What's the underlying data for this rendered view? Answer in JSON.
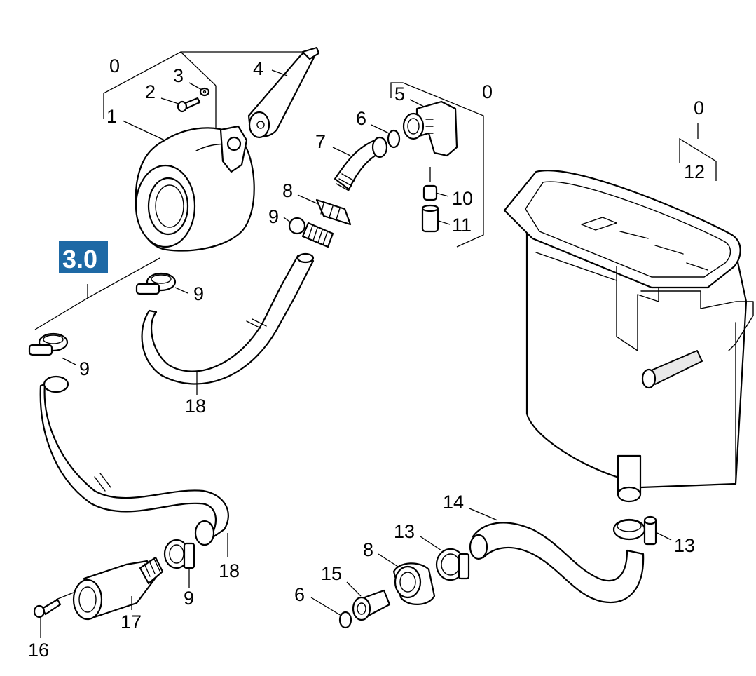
{
  "diagram": {
    "group_badge": "3.0",
    "accent_color": "#1e69a5",
    "callouts": [
      {
        "id": "c0a",
        "text": "0"
      },
      {
        "id": "c0b",
        "text": "0"
      },
      {
        "id": "c0c",
        "text": "0"
      },
      {
        "id": "c1",
        "text": "1"
      },
      {
        "id": "c2",
        "text": "2"
      },
      {
        "id": "c3",
        "text": "3"
      },
      {
        "id": "c4",
        "text": "4"
      },
      {
        "id": "c5",
        "text": "5"
      },
      {
        "id": "c6a",
        "text": "6"
      },
      {
        "id": "c6b",
        "text": "6"
      },
      {
        "id": "c7",
        "text": "7"
      },
      {
        "id": "c8a",
        "text": "8"
      },
      {
        "id": "c8b",
        "text": "8"
      },
      {
        "id": "c9a",
        "text": "9"
      },
      {
        "id": "c9b",
        "text": "9"
      },
      {
        "id": "c9c",
        "text": "9"
      },
      {
        "id": "c9d",
        "text": "9"
      },
      {
        "id": "c10",
        "text": "10"
      },
      {
        "id": "c11",
        "text": "11"
      },
      {
        "id": "c12",
        "text": "12"
      },
      {
        "id": "c13a",
        "text": "13"
      },
      {
        "id": "c13b",
        "text": "13"
      },
      {
        "id": "c14",
        "text": "14"
      },
      {
        "id": "c15",
        "text": "15"
      },
      {
        "id": "c16",
        "text": "16"
      },
      {
        "id": "c17",
        "text": "17"
      },
      {
        "id": "c18a",
        "text": "18"
      },
      {
        "id": "c18b",
        "text": "18"
      }
    ]
  }
}
